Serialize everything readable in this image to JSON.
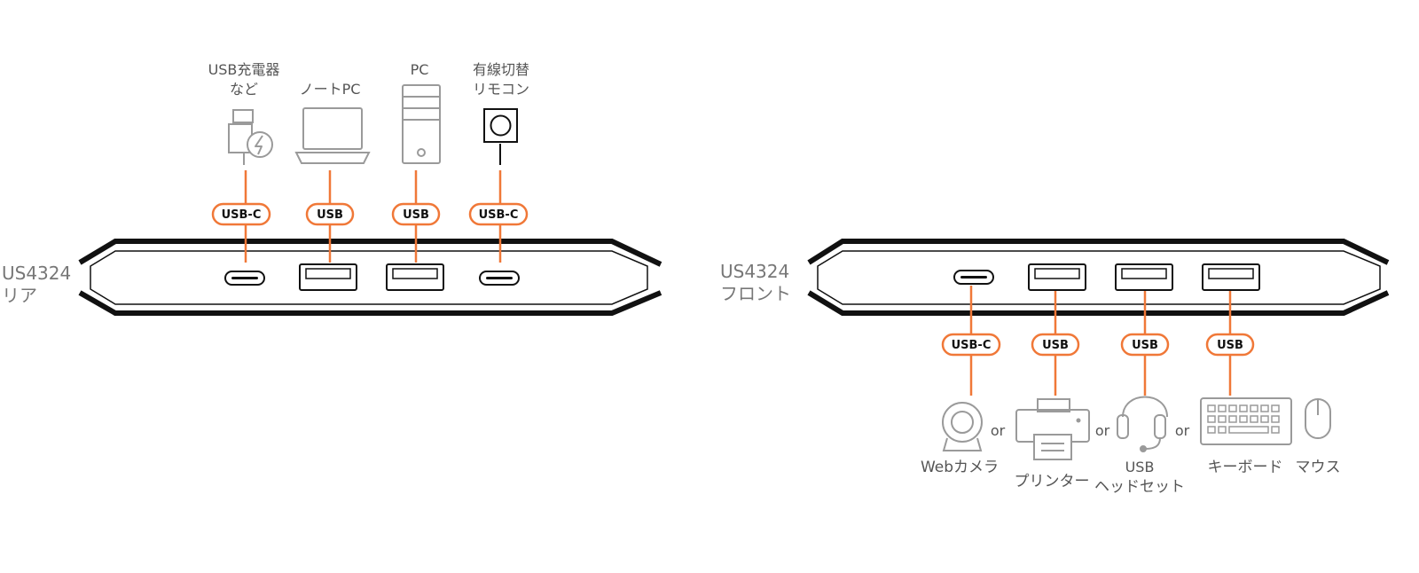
{
  "colors": {
    "accent": "#f07838",
    "device": "#9a9a9a",
    "body": "#111111",
    "text": "#555555"
  },
  "rear": {
    "name": [
      "US4324",
      "リア"
    ],
    "ports": [
      {
        "kind": "usb-c",
        "badge": "USB-C",
        "device": "charger-icon",
        "label": [
          "USB充電器",
          "など"
        ]
      },
      {
        "kind": "usb-a",
        "badge": "USB",
        "device": "laptop-icon",
        "label": [
          "ノートPC"
        ]
      },
      {
        "kind": "usb-a",
        "badge": "USB",
        "device": "pc-tower-icon",
        "label": [
          "PC"
        ]
      },
      {
        "kind": "usb-c",
        "badge": "USB-C",
        "device": "remote-icon",
        "label": [
          "有線切替",
          "リモコン"
        ]
      }
    ]
  },
  "front": {
    "name": [
      "US4324",
      "フロント"
    ],
    "ports": [
      {
        "kind": "usb-c",
        "badge": "USB-C",
        "devices": [
          {
            "icon": "webcam-icon",
            "label": [
              "Webカメラ"
            ]
          }
        ]
      },
      {
        "kind": "usb-a",
        "badge": "USB",
        "devices": [
          {
            "icon": "printer-icon",
            "label": [
              "プリンター"
            ]
          }
        ]
      },
      {
        "kind": "usb-a",
        "badge": "USB",
        "devices": [
          {
            "icon": "headset-icon",
            "label": [
              "USB",
              "ヘッドセット"
            ]
          }
        ]
      },
      {
        "kind": "usb-a",
        "badge": "USB",
        "devices": [
          {
            "icon": "keyboard-icon",
            "label": [
              "キーボード"
            ]
          },
          {
            "icon": "mouse-icon",
            "label": [
              "マウス"
            ]
          }
        ]
      }
    ],
    "or_text": "or"
  }
}
